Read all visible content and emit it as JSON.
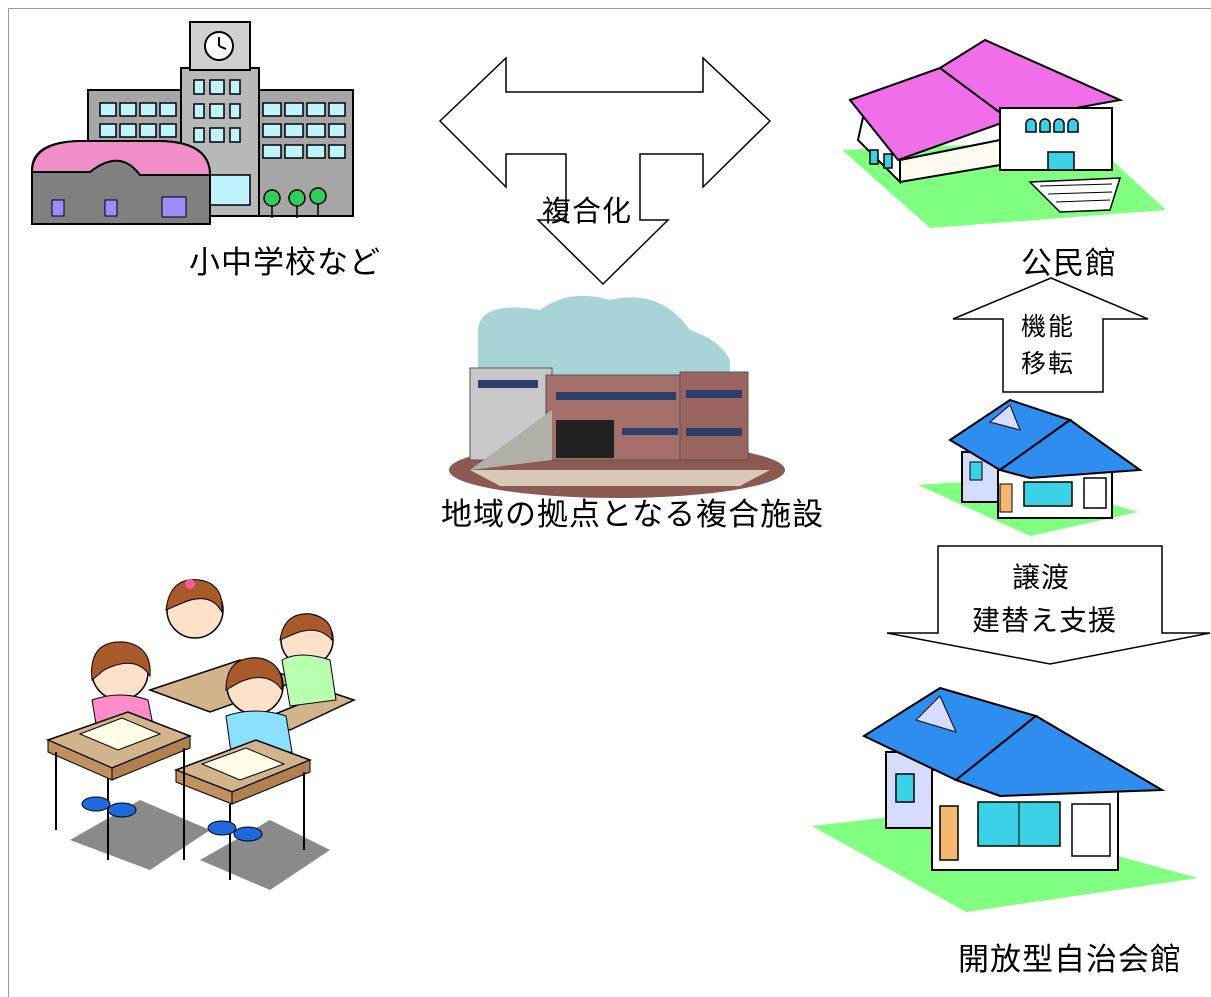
{
  "labels": {
    "school": "小中学校など",
    "community_hall": "公民館",
    "complex": "地域の拠点となる複合施設",
    "open_hall": "開放型自治会館",
    "merge": "複合化",
    "transfer_1": "機能",
    "transfer_2": "移転",
    "handover_1": "譲渡",
    "handover_2": "建替え支援"
  },
  "colors": {
    "pink_roof": "#f06ee8",
    "blue_roof": "#2f8df0",
    "grass": "#80ff80",
    "school_grey": "#a6a6a6",
    "brick": "#9e6a66",
    "sky": "#a8d4d8"
  }
}
